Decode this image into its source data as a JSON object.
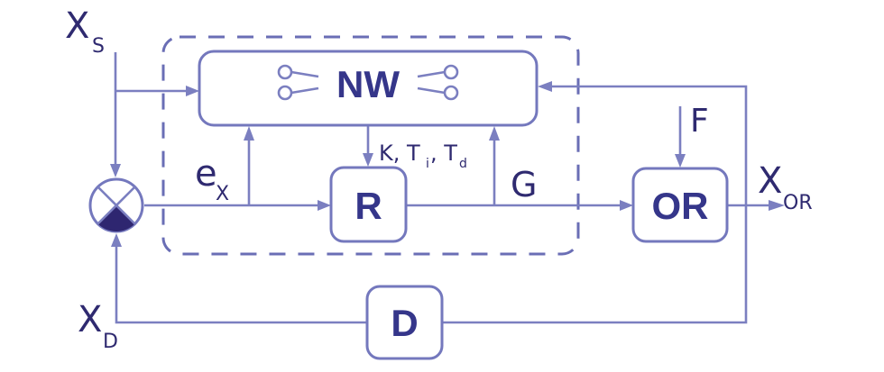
{
  "diagram": {
    "type": "control-loop-block-diagram",
    "colors": {
      "line": "#7b7fc0",
      "block_border": "#7478bd",
      "block_text": "#35368a",
      "signal_text": "#2f2a70",
      "junction_fill": "#2e2670"
    },
    "blocks": {
      "nw": {
        "label": "NW",
        "icon_left": "network-nodes-icon",
        "icon_right": "network-nodes-icon"
      },
      "r": {
        "label": "R"
      },
      "or": {
        "label": "OR"
      },
      "d": {
        "label": "D"
      }
    },
    "signals": {
      "xs": {
        "main": "X",
        "sub": "S"
      },
      "ex": {
        "main": "e",
        "sub": "X"
      },
      "params": {
        "k": "K, T",
        "ti_sub": "i",
        "sep": ", T",
        "td_sub": "d"
      },
      "g": {
        "main": "G"
      },
      "f": {
        "main": "F"
      },
      "xor": {
        "main": "X",
        "sub": "OR"
      },
      "xd": {
        "main": "X",
        "sub": "D"
      }
    },
    "summing_junction": {
      "name": "comparator"
    }
  }
}
